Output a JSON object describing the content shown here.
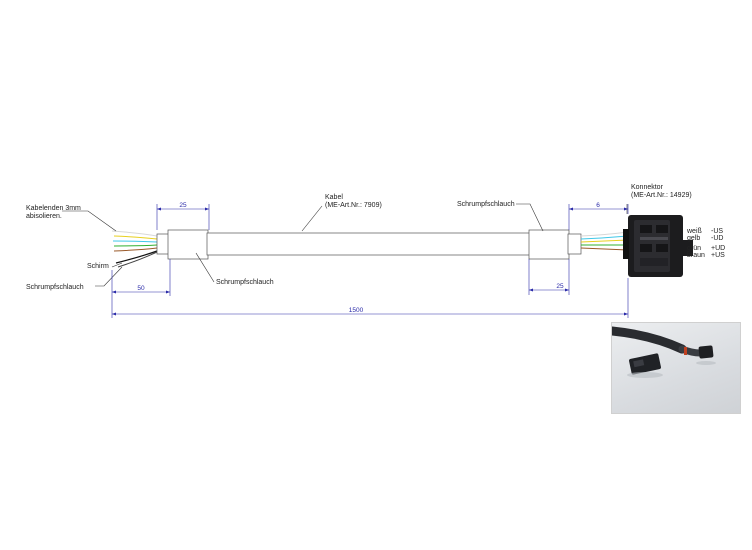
{
  "labels": {
    "cable_ends": [
      "Kabelenden 3mm",
      "abisolieren."
    ],
    "shield": "Schirm",
    "heatshrink_left": "Schrumpfschlauch",
    "heatshrink_middle": "Schrumpfschlauch",
    "heatshrink_right": "Schrumpfschlauch",
    "cable": [
      "Kabel",
      "(ME-Art.Nr.: 7909)"
    ],
    "connector": [
      "Konnektor",
      "(ME-Art.Nr.: 14929)"
    ]
  },
  "dimensions": {
    "left_heatshrink": "25",
    "right_heatshrink": "25",
    "strip_left": "50",
    "strip_right": "6",
    "total_length": "1500"
  },
  "pinout": [
    {
      "color": "weiß",
      "signal": "-US"
    },
    {
      "color": "gelb",
      "signal": "-UD"
    },
    {
      "color": "grün",
      "signal": "+UD"
    },
    {
      "color": "braun",
      "signal": "+US"
    }
  ],
  "colors": {
    "wire_white": "#d8d8d8",
    "wire_yellow": "#e8d020",
    "wire_green": "#30b030",
    "wire_brown": "#9a5a2a",
    "wire_cyan": "#40c8e8",
    "dimension": "#2a2aa8",
    "connector_body": "#1c1c1e"
  }
}
